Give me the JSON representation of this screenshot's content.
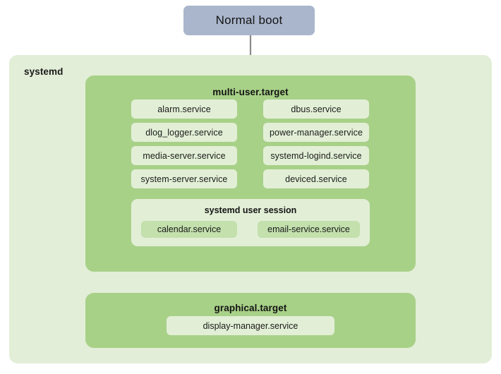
{
  "diagram": {
    "boot_node": {
      "label": "Normal boot"
    },
    "systemd_panel": {
      "label": "systemd"
    },
    "targets": [
      {
        "id": "multi-user",
        "title": "multi-user.target",
        "services_left": [
          "alarm.service",
          "dlog_logger.service",
          "media-server.service",
          "system-server.service"
        ],
        "services_right": [
          "dbus.service",
          "power-manager.service",
          "systemd-logind.service",
          "deviced.service"
        ],
        "user_session": {
          "title": "systemd user session",
          "services": [
            "calendar.service",
            "email-service.service"
          ]
        }
      },
      {
        "id": "graphical",
        "title": "graphical.target",
        "services": [
          "display-manager.service"
        ]
      }
    ],
    "arrows": [
      {
        "name": "boot-to-multi-user",
        "from": "Normal boot",
        "to": "multi-user.target"
      },
      {
        "name": "multi-user-to-graphical",
        "from": "multi-user.target",
        "to": "graphical.target"
      }
    ],
    "colors": {
      "boot_node_fill": "#aab6cc",
      "systemd_panel_fill": "#e2eed7",
      "target_panel_fill": "#a8d188",
      "service_chip_fill": "#e2efd6",
      "session_service_fill": "#c3e0ad",
      "arrow_stroke": "#8a8a8a",
      "text": "#1a1a1a",
      "background": "#ffffff"
    }
  }
}
